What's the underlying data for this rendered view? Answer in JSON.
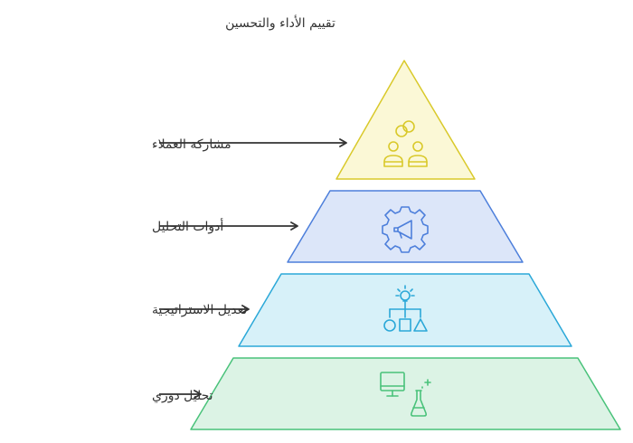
{
  "title": "تقييم الأداء والتحسين",
  "levels": [
    {
      "label": "مشاركة العملاء",
      "icon": "customer-engagement-icon",
      "fill": "#fbf8d6",
      "stroke": "#d9c92a"
    },
    {
      "label": "أدوات التحليل",
      "icon": "analysis-tools-gear-icon",
      "fill": "#dce6f9",
      "stroke": "#4d7fdb"
    },
    {
      "label": "تعديل الاستراتيجية",
      "icon": "strategy-adjustment-icon",
      "fill": "#d7f1f9",
      "stroke": "#2ba8d8"
    },
    {
      "label": "تحليل دوري",
      "icon": "periodic-analysis-icon",
      "fill": "#dcf3e5",
      "stroke": "#49c27a"
    }
  ],
  "colors": {
    "text": "#333333",
    "arrow": "#333333"
  }
}
